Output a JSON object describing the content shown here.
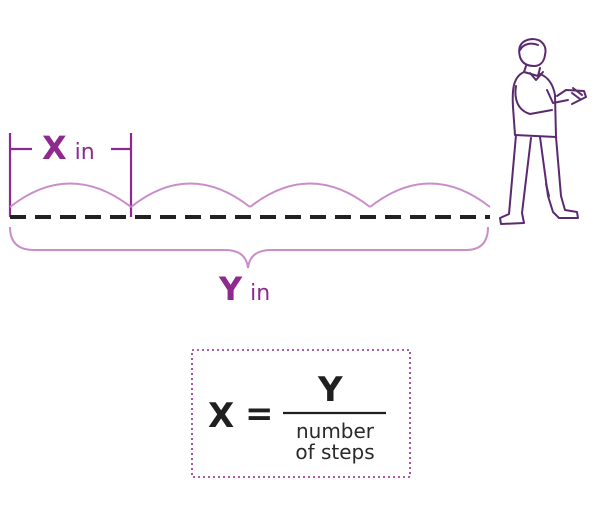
{
  "diagram": {
    "step_length": {
      "variable": "X",
      "unit": "in"
    },
    "total_distance": {
      "variable": "Y",
      "unit": "in"
    },
    "step_count_shown": 4,
    "icons": [
      "walking-person-icon"
    ],
    "colors": {
      "accent": "#8e2a8e",
      "arc": "#c98ec9",
      "line": "#222222",
      "person": "#5b2a6e"
    }
  },
  "formula": {
    "lhs": "X",
    "equals": "=",
    "numerator": "Y",
    "denominator_line1": "number",
    "denominator_line2": "of steps"
  }
}
